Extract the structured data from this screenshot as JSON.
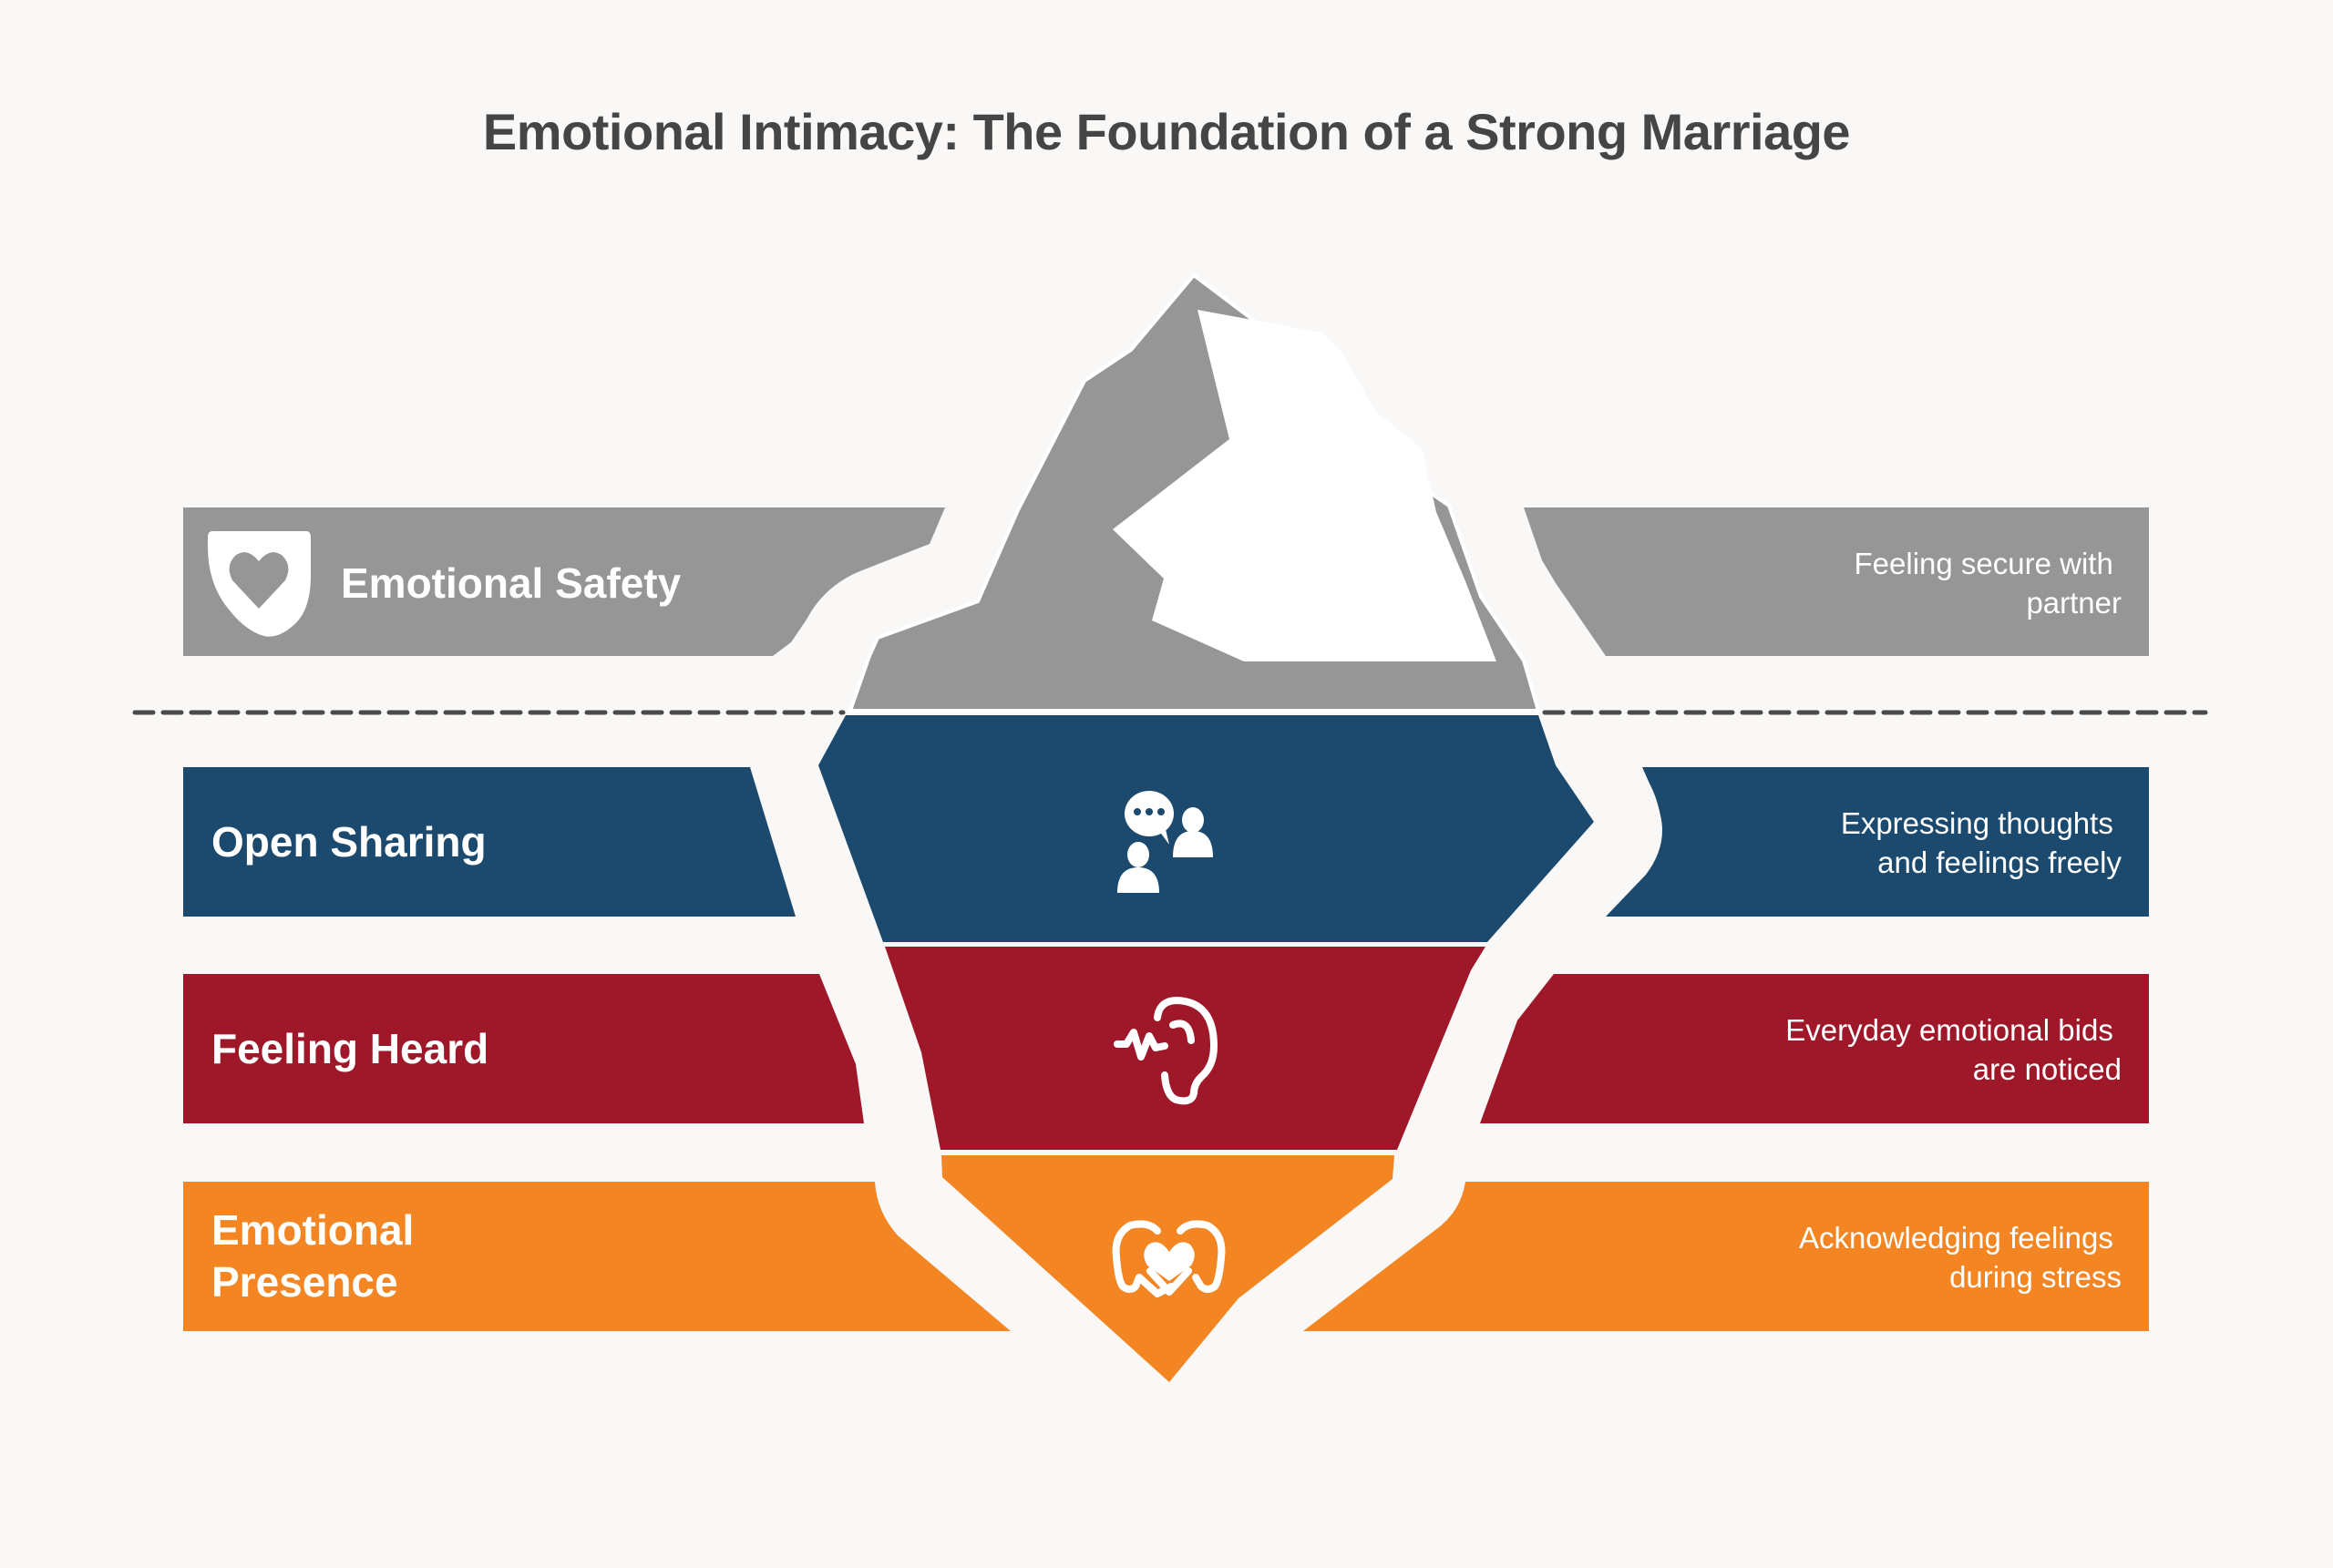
{
  "title": "Emotional Intimacy: The Foundation of a Strong Marriage",
  "waterline": {
    "style": "dashed",
    "color": "#4a4a4a"
  },
  "tip": {
    "color": "#969696",
    "highlight_color": "#ffffff",
    "label": "Emotional Safety",
    "icon": "shield-heart-icon",
    "description_lines": [
      "Feeling secure with",
      "partner"
    ]
  },
  "layers": [
    {
      "id": "open-sharing",
      "label_lines": [
        "Open Sharing"
      ],
      "icon": "people-speech-bubble-icon",
      "description_lines": [
        "Expressing thoughts",
        "and feelings freely"
      ],
      "color": "#1c4a6e"
    },
    {
      "id": "feeling-heard",
      "label_lines": [
        "Feeling Heard"
      ],
      "icon": "ear-listening-icon",
      "description_lines": [
        "Everyday emotional bids",
        "are noticed"
      ],
      "color": "#9e1829"
    },
    {
      "id": "emotional-presence",
      "label_lines": [
        "Emotional",
        "Presence"
      ],
      "icon": "hands-heart-icon",
      "description_lines": [
        "Acknowledging feelings",
        "during stress"
      ],
      "color": "#f38522"
    }
  ],
  "background_color": "#f9f8f7"
}
